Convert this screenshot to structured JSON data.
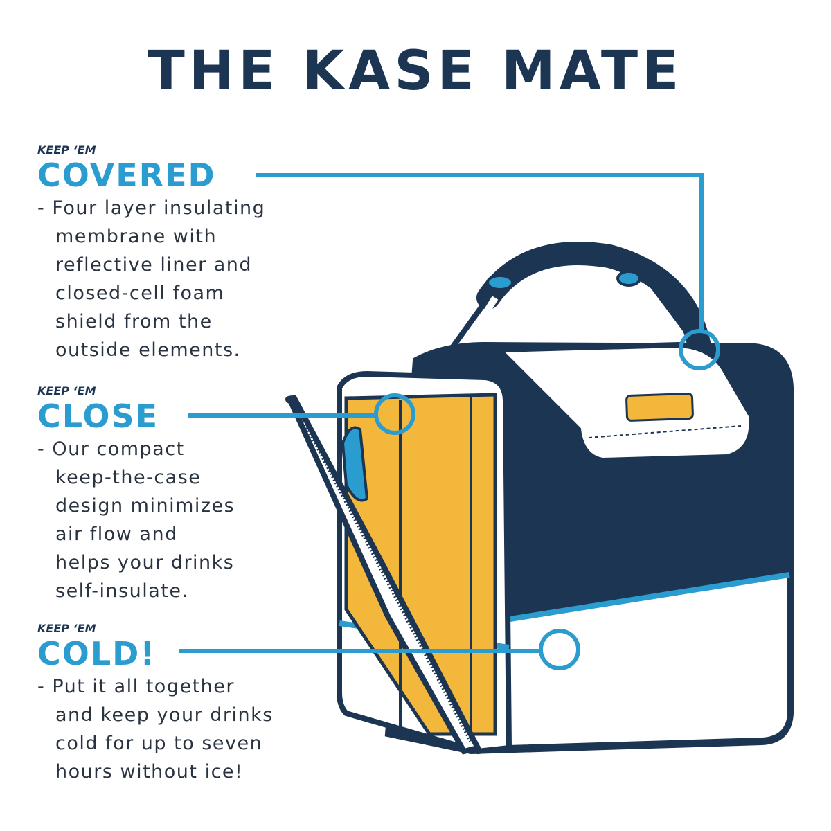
{
  "title": "THE KASE MATE",
  "colors": {
    "navy": "#1c3553",
    "blue": "#2a9ccf",
    "yellow": "#f3b73b"
  },
  "sections": [
    {
      "kicker": "KEEP ‘EM",
      "heading": "COVERED",
      "lines": [
        "- Four layer insulating",
        "membrane with",
        "reflective liner and",
        "closed-cell foam",
        "shield from the",
        "outside elements."
      ]
    },
    {
      "kicker": "KEEP ‘EM",
      "heading": "CLOSE",
      "lines": [
        "- Our compact",
        "keep-the-case",
        "design minimizes",
        "air flow and",
        "helps your drinks",
        "self-insulate."
      ]
    },
    {
      "kicker": "KEEP ‘EM",
      "heading": "COLD!",
      "lines": [
        "- Put it all together",
        "and keep your drinks",
        "cold for up to seven",
        "hours without ice!"
      ]
    }
  ]
}
